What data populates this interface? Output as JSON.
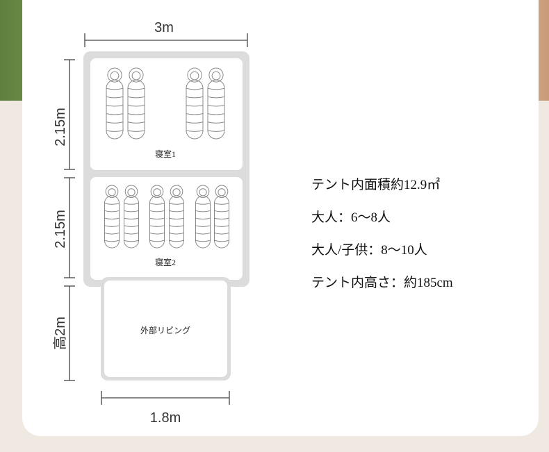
{
  "dimensions": {
    "top_width": "3m",
    "bedroom1_depth": "2.15m",
    "bedroom2_depth": "2.15m",
    "living_depth": "高2m",
    "bottom_width": "1.8m"
  },
  "rooms": {
    "bedroom1": "寝室1",
    "bedroom2": "寝室2",
    "living": "外部リビング"
  },
  "sleeping_bags": {
    "bedroom1_count": 4,
    "bedroom2_count": 6
  },
  "specs": [
    "テント内面積約12.9㎡",
    "大人：6～8人",
    "大人/子供：8～10人",
    "テント内高さ：約185cm"
  ]
}
